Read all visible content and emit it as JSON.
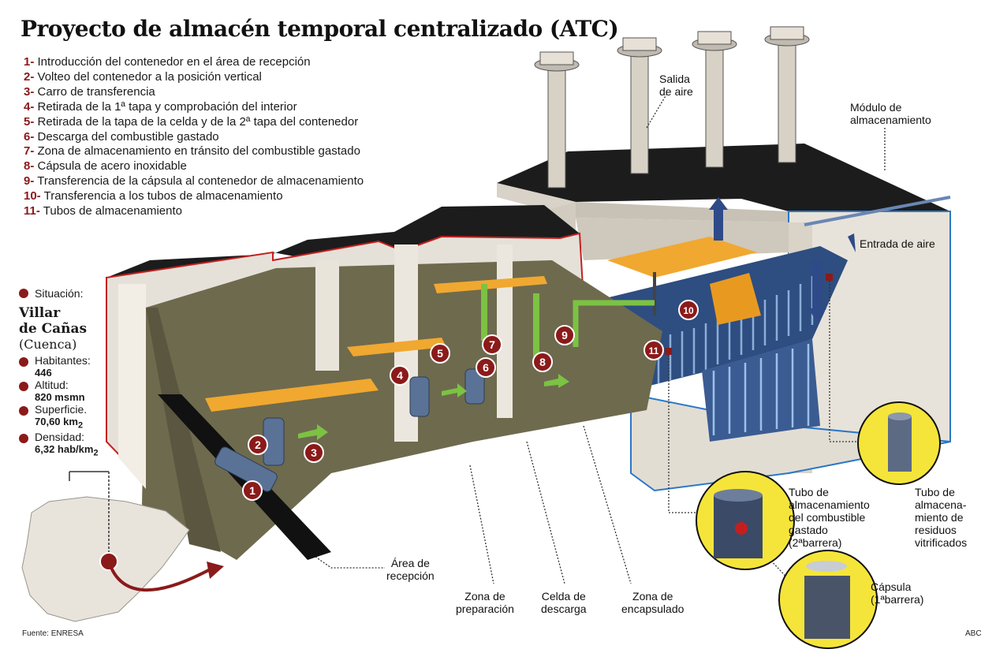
{
  "title": "Proyecto de almacén temporal centralizado (ATC)",
  "legend": [
    {
      "num": "1-",
      "text": "Introducción del contenedor en el área de recepción"
    },
    {
      "num": "2-",
      "text": "Volteo del contenedor a la posición vertical"
    },
    {
      "num": "3-",
      "text": "Carro de transferencia"
    },
    {
      "num": "4-",
      "text": "Retirada de la 1ª tapa y comprobación del interior"
    },
    {
      "num": "5-",
      "text": "Retirada de la tapa de la celda y de la 2ª tapa del contenedor"
    },
    {
      "num": "6-",
      "text": "Descarga del combustible gastado"
    },
    {
      "num": "7-",
      "text": "Zona de almacenamiento en tránsito del combustible gastado"
    },
    {
      "num": "8-",
      "text": "Cápsula de acero inoxidable"
    },
    {
      "num": "9-",
      "text": "Transferencia de la cápsula al contenedor de almacenamiento"
    },
    {
      "num": "10-",
      "text": "Transferencia a los tubos de almacenamiento"
    },
    {
      "num": "11-",
      "text": "Tubos de almacenamiento"
    }
  ],
  "sidebar": {
    "situacion_label": "Situación:",
    "place": "Villar",
    "place2": "de Cañas",
    "province": "(Cuenca)",
    "habitantes_label": "Habitantes:",
    "habitantes_value": "446",
    "altitud_label": "Altitud:",
    "altitud_value": "820 msmn",
    "superficie_label": "Superficie.",
    "superficie_value": "70,60 km",
    "superficie_unit": "2",
    "densidad_label": "Densidad:",
    "densidad_value": "6,32 hab/km",
    "densidad_unit": "2"
  },
  "labels": {
    "salida_aire_1": "Salida",
    "salida_aire_2": "de aire",
    "modulo_1": "Módulo de",
    "modulo_2": "almacenamiento",
    "entrada_aire": "Entrada de aire",
    "area_recepcion_1": "Área de",
    "area_recepcion_2": "recepción",
    "zona_preparacion_1": "Zona de",
    "zona_preparacion_2": "preparación",
    "celda_descarga_1": "Celda de",
    "celda_descarga_2": "descarga",
    "zona_encapsulado_1": "Zona de",
    "zona_encapsulado_2": "encapsulado",
    "tubo_comb_1": "Tubo de",
    "tubo_comb_2": "almacenamiento",
    "tubo_comb_3": "del combustible",
    "tubo_comb_4": "gastado",
    "tubo_comb_5": "(2ªbarrera)",
    "tubo_res_1": "Tubo de",
    "tubo_res_2": "almacena-",
    "tubo_res_3": "miento de",
    "tubo_res_4": "residuos",
    "tubo_res_5": "vitrificados",
    "capsula_1": "Cápsula",
    "capsula_2": "(1ªbarrera)"
  },
  "markers": [
    "1",
    "2",
    "3",
    "4",
    "5",
    "6",
    "7",
    "8",
    "9",
    "10",
    "11"
  ],
  "footer": {
    "source": "Fuente: ENRESA",
    "credit": "ABC"
  },
  "colors": {
    "accent": "#8b1a1a",
    "building": "#ece8e0",
    "roof": "#1c1c1c",
    "crane": "#f0a830",
    "arrow_green": "#7cc243",
    "tubes": "#3a5a8c",
    "map_yellow": "#f5e53a"
  }
}
